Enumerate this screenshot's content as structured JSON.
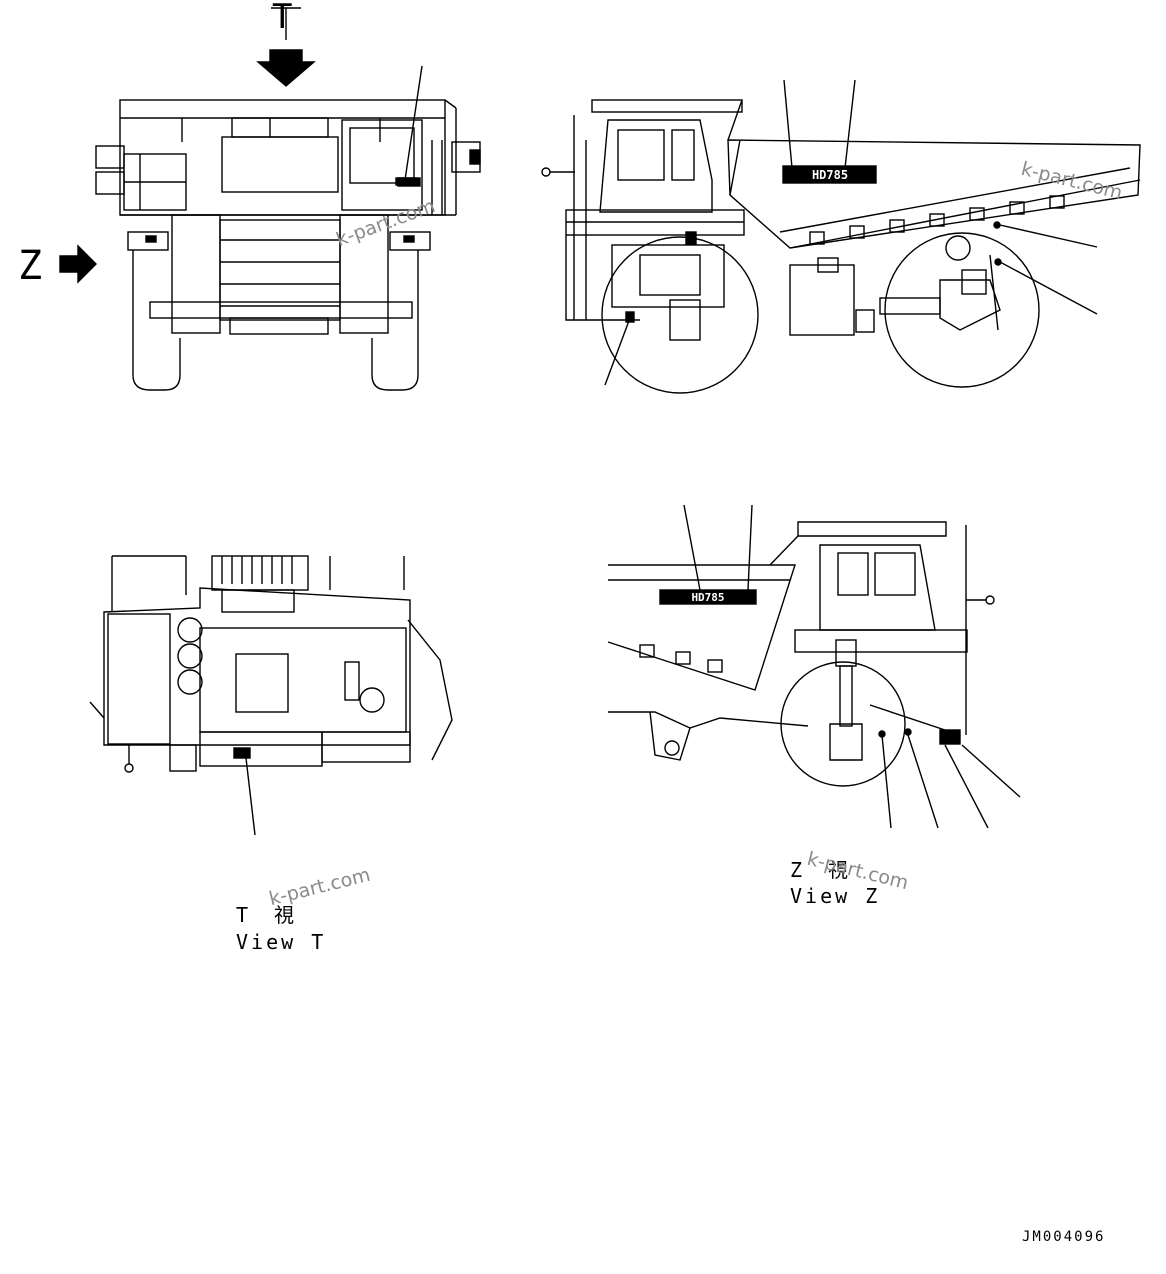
{
  "arrow_labels": {
    "top": "T",
    "left": "Z"
  },
  "views": {
    "t": {
      "kanji": "T　視",
      "english": "View T"
    },
    "z": {
      "kanji": "Z　視",
      "english": "View Z"
    }
  },
  "decals": {
    "model_rear_side": "HD785",
    "model_front_side": "HD785"
  },
  "watermarks": [
    "k-part.com",
    "k-part.com",
    "k-part.com",
    "k-part.com"
  ],
  "drawing_code": "JM004096"
}
